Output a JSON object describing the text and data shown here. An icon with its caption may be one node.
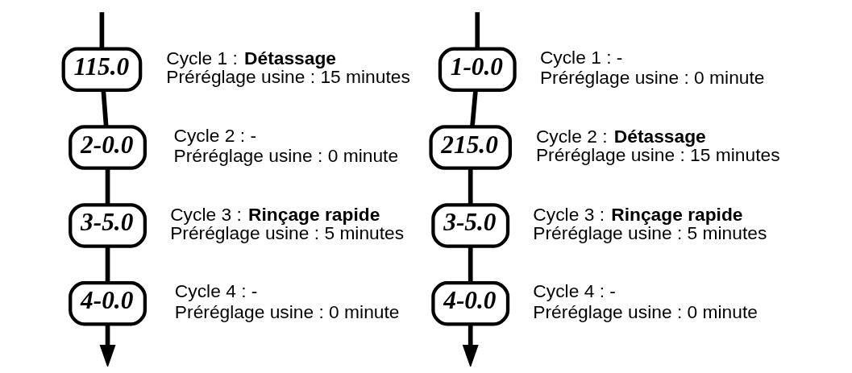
{
  "diagram": {
    "nodes": [
      {
        "text": [
          "115.0"
        ],
        "beside": [
          "Cycle 1 : **Détassage**",
          "Préréglage usine : 15 minutes"
        ]
      },
      {
        "text": [
          "2-0.0"
        ],
        "beside": [
          "Cycle 2 : -",
          "Préréglage usine : 0 minute"
        ]
      },
      {
        "text": [
          "3-5.0"
        ],
        "beside": [
          "Cycle 3 : **Rinçage rapide**",
          "Préréglage usine : 5 minutes"
        ]
      },
      {
        "text": [
          "4-0.0"
        ],
        "beside": [
          "Cycle 4 : -",
          "Préréglage usine : 0 minute"
        ]
      },
      {
        "text": [
          "1-0.0"
        ],
        "beside": [
          "Cycle 1 : -",
          "Préréglage usine : 0 minute"
        ]
      },
      {
        "text": [
          "215.0"
        ],
        "beside": [
          "Cycle 2 : **Détassage**",
          "Préréglage usine : 15 minutes"
        ]
      },
      {
        "text": [
          "3-5.0"
        ],
        "beside": [
          "Cycle 3 : **Rinçage rapide**",
          "Préréglage usine : 5 minutes"
        ]
      },
      {
        "text": [
          "4-0.0"
        ],
        "beside": [
          "Cycle 4 : -",
          "Préréglage usine : 0 minute"
        ]
      }
    ],
    "edges": [
      {
        "from": null,
        "to": 0,
        "arrow": "none"
      },
      {
        "from": 0,
        "to": 1,
        "arrow": "none"
      },
      {
        "from": 1,
        "to": 2,
        "arrow": "none"
      },
      {
        "from": 2,
        "to": 3,
        "arrow": "none"
      },
      {
        "from": 3,
        "to": null,
        "arrow": "to"
      },
      {
        "from": null,
        "to": 4,
        "arrow": "none"
      },
      {
        "from": 4,
        "to": 5,
        "arrow": "none"
      },
      {
        "from": 5,
        "to": 6,
        "arrow": "none"
      },
      {
        "from": 6,
        "to": 7,
        "arrow": "none"
      },
      {
        "from": 7,
        "to": null,
        "arrow": "to"
      }
    ]
  }
}
